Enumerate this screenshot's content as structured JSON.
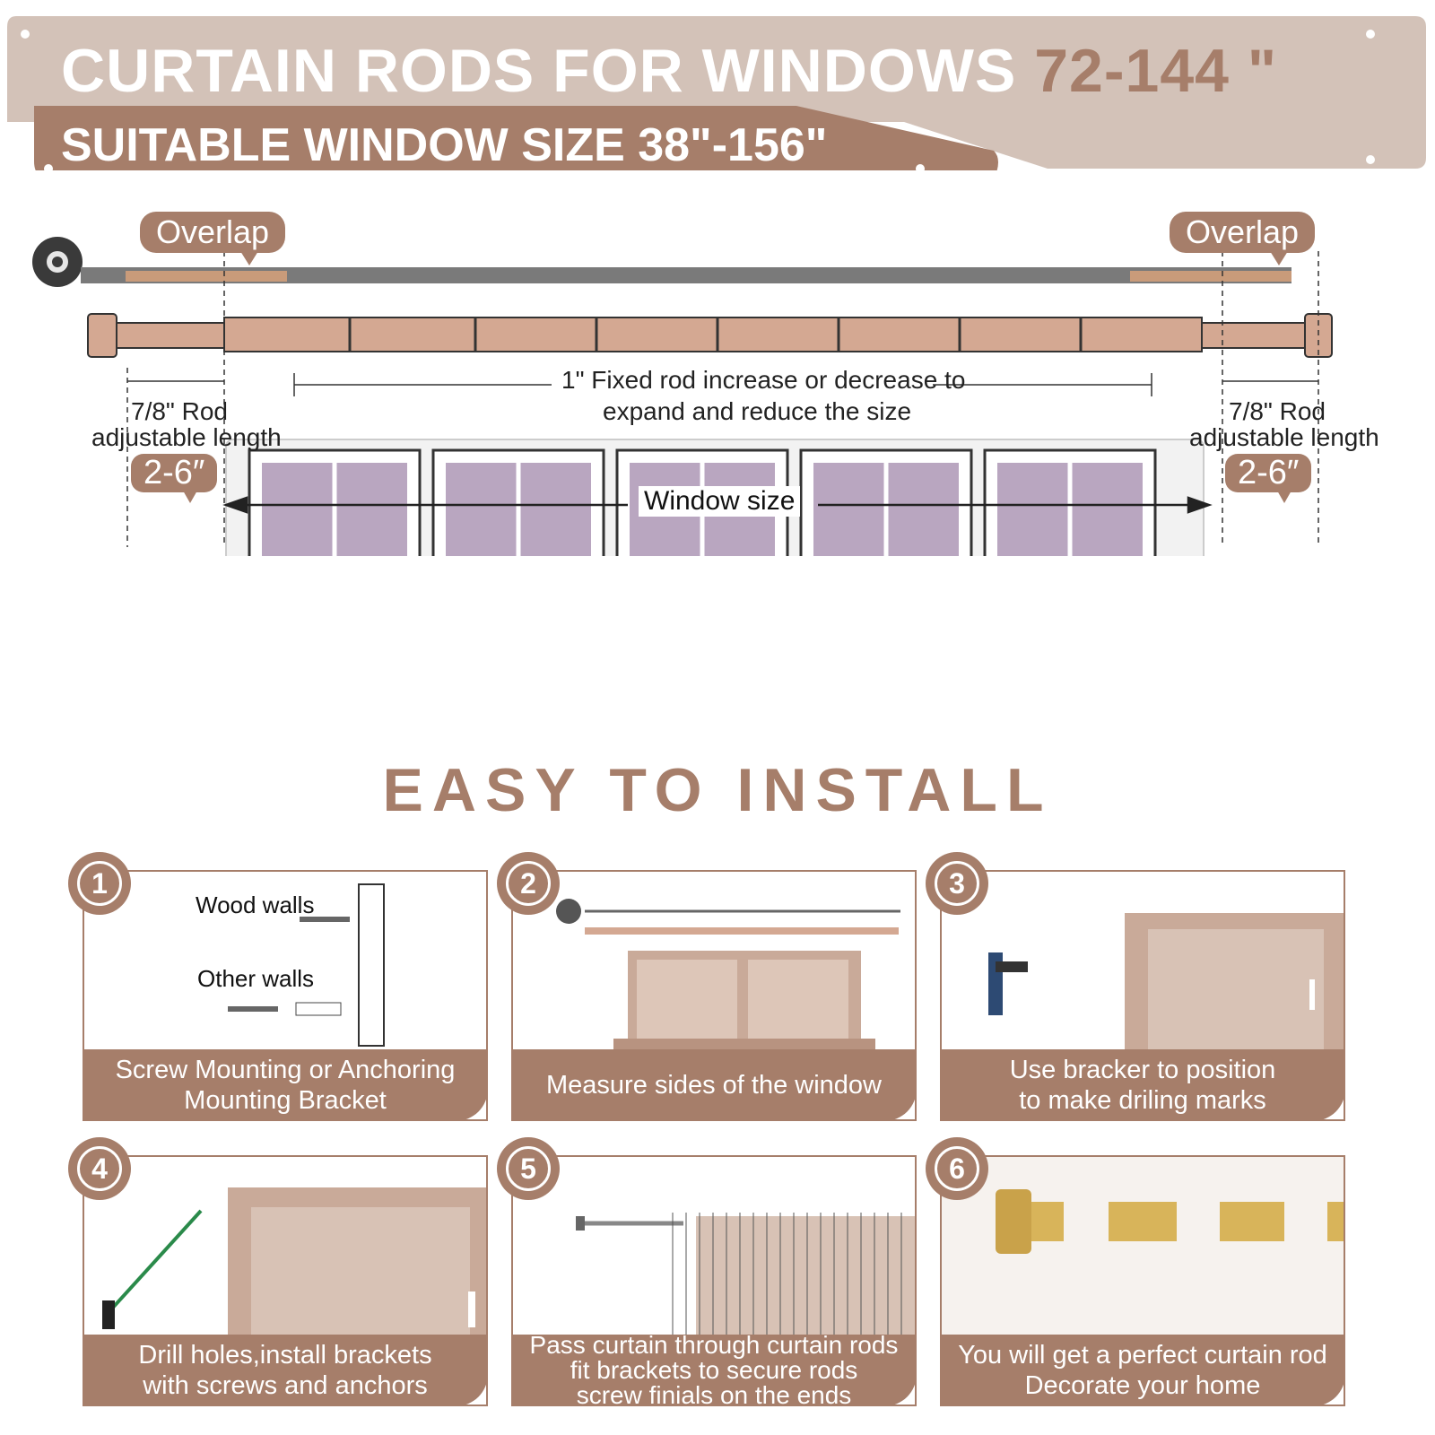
{
  "banner": {
    "title": "CURTAIN RODS FOR WINDOWS",
    "title_range": "72-144 \"",
    "subtitle": "SUITABLE WINDOW SIZE 38\"-156\""
  },
  "diagram": {
    "overlap_left": "Overlap",
    "overlap_right": "Overlap",
    "fixed_rod_line1": "1\" Fixed rod  increase or decrease to",
    "fixed_rod_line2": "expand and reduce the size",
    "rod_left_line1": "7/8\"  Rod",
    "rod_left_line2": "adjustable length",
    "rod_right_line1": "7/8\"  Rod",
    "rod_right_line2": "adjustable length",
    "adjust_left": "2-6″",
    "adjust_right": "2-6″",
    "window_size": "Window  size"
  },
  "install": {
    "heading": "EASY TO INSTALL",
    "steps": [
      {
        "number": "1",
        "caption_line1": "Screw Mounting or Anchoring",
        "caption_line2": "Mounting Bracket",
        "caption_line3": "",
        "label_a": "Wood walls",
        "label_b": "Other walls"
      },
      {
        "number": "2",
        "caption_line1": "Measure sides of the window",
        "caption_line2": "",
        "caption_line3": ""
      },
      {
        "number": "3",
        "caption_line1": "Use bracker to position",
        "caption_line2": "to make driling marks",
        "caption_line3": ""
      },
      {
        "number": "4",
        "caption_line1": "Drill holes,install brackets",
        "caption_line2": "with screws and anchors",
        "caption_line3": ""
      },
      {
        "number": "5",
        "caption_line1": "Pass curtain through curtain rods",
        "caption_line2": "fit brackets to secure rods",
        "caption_line3": "screw finials on the ends"
      },
      {
        "number": "6",
        "caption_line1": "You will get a perfect curtain rod",
        "caption_line2": "Decorate your home",
        "caption_line3": ""
      }
    ]
  },
  "colors": {
    "accent": "#a67e6a",
    "banner_light": "#d3c2b8",
    "rod": "#d4a892"
  }
}
